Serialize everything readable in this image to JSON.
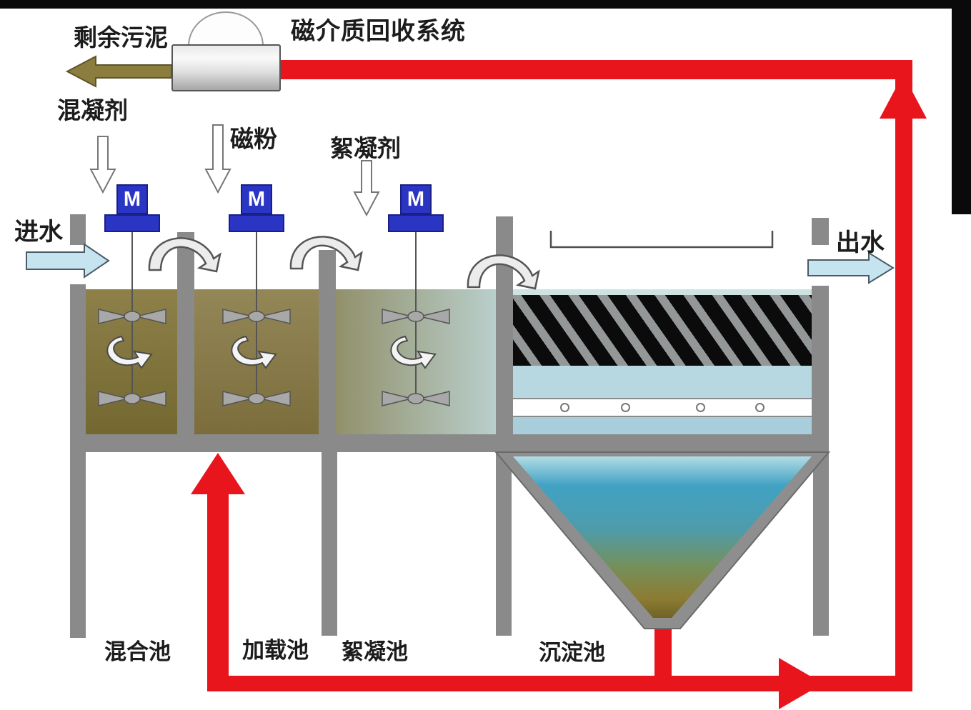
{
  "title": "磁介质回收系统",
  "labels": {
    "excess_sludge": "剩余污泥",
    "coagulant": "混凝剂",
    "magnetic_powder": "磁粉",
    "flocculant": "絮凝剂",
    "inlet_water": "进水",
    "outlet_water": "出水"
  },
  "tanks": [
    {
      "id": "mixing",
      "label": "混合池"
    },
    {
      "id": "loading",
      "label": "加载池"
    },
    {
      "id": "flocculation",
      "label": "絮凝池"
    },
    {
      "id": "sedimentation",
      "label": "沉淀池"
    }
  ],
  "motors": [
    {
      "label": "M"
    },
    {
      "label": "M"
    },
    {
      "label": "M"
    }
  ],
  "colors": {
    "recycle_pipe_red": "#e8151d",
    "motor_blue": "#2b35c4",
    "mix_water_olive": "#8a7d45",
    "sludge_arrow_olive": "#8a7d3d",
    "clear_water_blue": "#b7d8e1",
    "inlet_arrow_blue": "#c5e4ef",
    "funnel_water_top": "#41a2c4",
    "funnel_sludge_bottom": "#6f6326",
    "structure_gray": "#8a8a8a",
    "lamella_black": "#0b0b0b"
  }
}
